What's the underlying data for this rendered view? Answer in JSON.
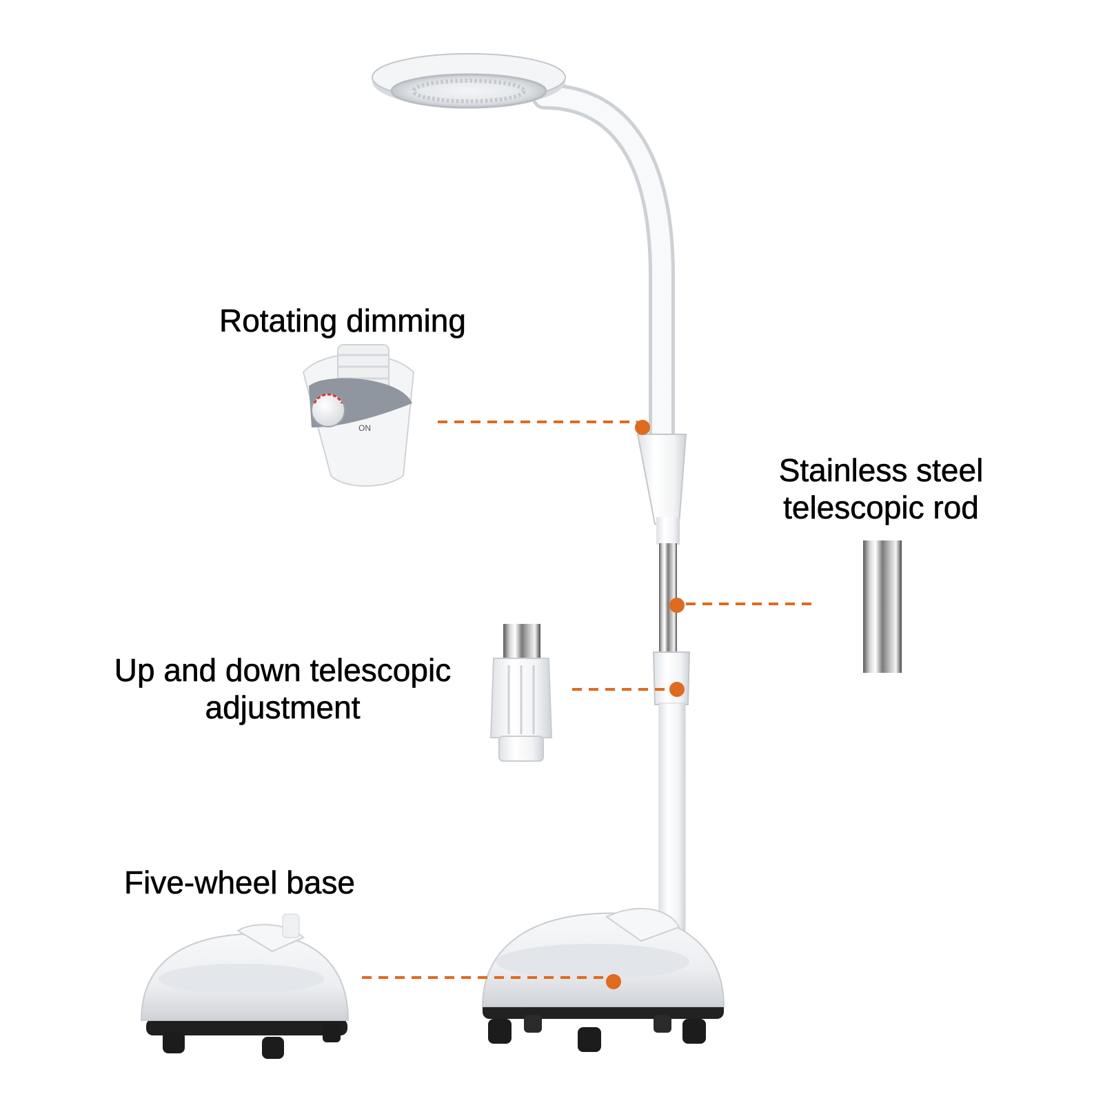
{
  "callouts": {
    "dimming": {
      "label": "Rotating dimming"
    },
    "rod": {
      "line1": "Stainless steel",
      "line2": "telescopic rod"
    },
    "adjust": {
      "line1": "Up and down telescopic",
      "line2": "adjustment"
    },
    "base": {
      "label": "Five-wheel base"
    }
  },
  "knob_text": "ON",
  "colors": {
    "accent": "#e06a1e",
    "plastic": "#f4f5f7",
    "shadow": "#c9ccd2",
    "dial_panel": "#8f96a0",
    "wheel": "#1c1c1c",
    "chrome_dark": "#6e6e6e"
  }
}
